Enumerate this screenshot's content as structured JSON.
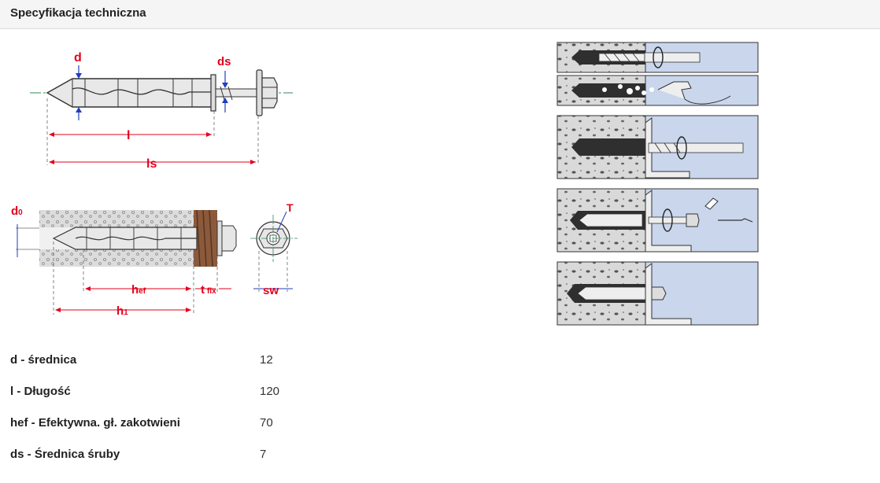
{
  "header": {
    "title": "Specyfikacja techniczna"
  },
  "drawing_labels": {
    "d": "d",
    "ds": "ds",
    "l": "l",
    "ls": "ls",
    "d0": "d",
    "d0_sub": "0",
    "hef": "h",
    "hef_sub": "ef",
    "tfix": "t",
    "tfix_sub": "fix",
    "h1": "h",
    "h1_sub": "1",
    "T": "T",
    "sw": "sw"
  },
  "colors": {
    "dimension_red": "#e3001b",
    "dimension_blue": "#1f3fbf",
    "concrete_blue": "#c9d6ec",
    "concrete_grey": "#d9d9d9"
  },
  "specs": [
    {
      "label": "d - średnica",
      "value": "12"
    },
    {
      "label": "l - Długość",
      "value": "120"
    },
    {
      "label": "hef - Efektywna. gł. zakotwieni",
      "value": "70"
    },
    {
      "label": "ds - Średnica śruby",
      "value": "7"
    }
  ]
}
